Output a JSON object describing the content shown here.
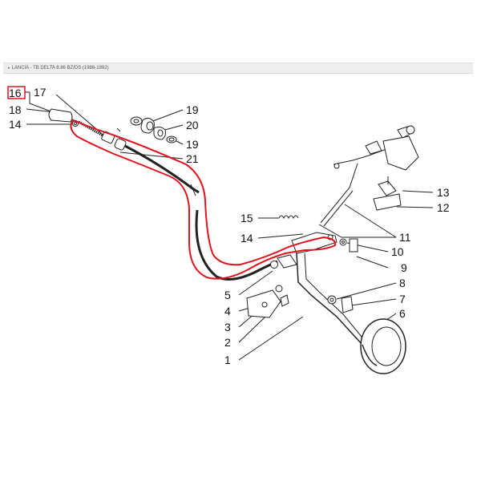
{
  "header": {
    "breadcrumb": "LANCIA - TB DELTA 8.86 BZ/DS (1986-1992)"
  },
  "diagram": {
    "group_number": "16",
    "highlight_color": "#e0141e",
    "callouts": [
      {
        "id": "c17",
        "label": "17"
      },
      {
        "id": "c18",
        "label": "18"
      },
      {
        "id": "c14a",
        "label": "14"
      },
      {
        "id": "c19a",
        "label": "19"
      },
      {
        "id": "c20",
        "label": "20"
      },
      {
        "id": "c19b",
        "label": "19"
      },
      {
        "id": "c21",
        "label": "21"
      },
      {
        "id": "c13",
        "label": "13"
      },
      {
        "id": "c12",
        "label": "12"
      },
      {
        "id": "c15",
        "label": "15"
      },
      {
        "id": "c14b",
        "label": "14"
      },
      {
        "id": "c11",
        "label": "11"
      },
      {
        "id": "c10",
        "label": "10"
      },
      {
        "id": "c9",
        "label": "9"
      },
      {
        "id": "c5",
        "label": "5"
      },
      {
        "id": "c4",
        "label": "4"
      },
      {
        "id": "c8",
        "label": "8"
      },
      {
        "id": "c7",
        "label": "7"
      },
      {
        "id": "c3",
        "label": "3"
      },
      {
        "id": "c6",
        "label": "6"
      },
      {
        "id": "c2",
        "label": "2"
      },
      {
        "id": "c1",
        "label": "1"
      }
    ]
  }
}
